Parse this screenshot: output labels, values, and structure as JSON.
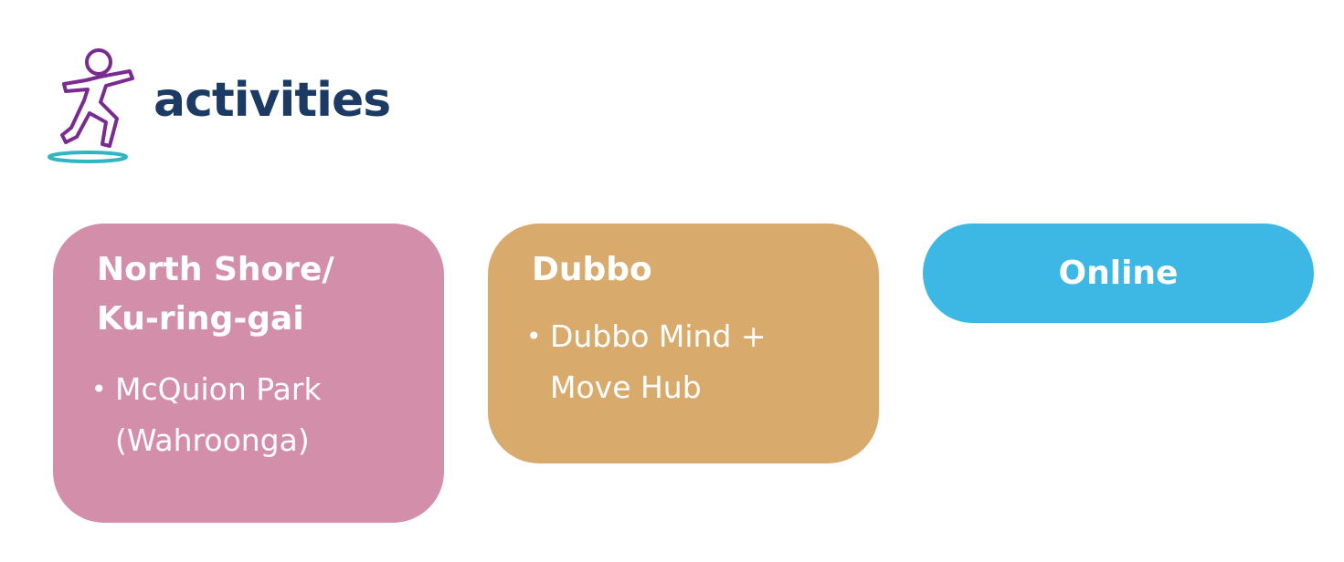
{
  "logo": {
    "text": "activities",
    "icon": "stick-figure-jumping-icon",
    "colors": {
      "figure": "#7a2b8f",
      "ring": "#2fb6c2",
      "text": "#1b3a64"
    }
  },
  "cards": {
    "north": {
      "title_line1": "North Shore/",
      "title_line2": "Ku-ring-gai",
      "items": [
        {
          "bullet": "•",
          "line1": "McQuion Park",
          "line2": "(Wahroonga)"
        }
      ],
      "color": "#d38fa9"
    },
    "dubbo": {
      "title": "Dubbo",
      "items": [
        {
          "bullet": "•",
          "line1": "Dubbo Mind +",
          "line2": "Move Hub"
        }
      ],
      "color": "#d8aa6c"
    },
    "online": {
      "title": "Online",
      "color": "#3db7e4"
    }
  }
}
